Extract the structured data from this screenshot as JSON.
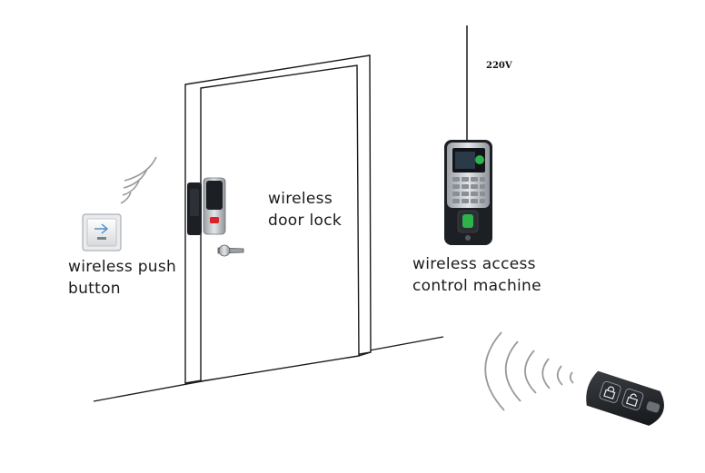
{
  "labels": {
    "push_button": [
      "wireless push",
      "button"
    ],
    "door_lock": [
      "wireless",
      "door lock"
    ],
    "access_machine": [
      "wireless access",
      "control machine"
    ],
    "voltage": "220V"
  },
  "colors": {
    "line": "#1a1a1a",
    "device_silver": "#c9ccd0",
    "device_dark": "#1c1f24",
    "accent_red": "#d8232a",
    "screen_green": "#2fb24a",
    "keypad_gray": "#8a8f96"
  },
  "icons": [
    "wireless-signal-icon",
    "remote-lock-icon",
    "remote-unlock-icon"
  ]
}
